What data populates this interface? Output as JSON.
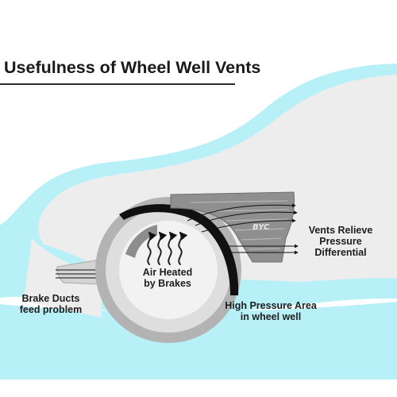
{
  "title": "Usefulness of Wheel Well Vents",
  "vent_logo": "BYC",
  "labels": {
    "air_heated": [
      "Air Heated",
      "by Brakes"
    ],
    "vents_relieve": [
      "Vents Relieve",
      "Pressure",
      "Differential"
    ],
    "brake_ducts": [
      "Brake Ducts",
      "feed problem"
    ],
    "high_pressure": [
      "High Pressure Area",
      "in wheel well"
    ]
  },
  "colors": {
    "body_outline": "#b8f0f8",
    "body_fill": "#ededed",
    "tire": "#b3b3b3",
    "wheel_center": "#f2f2f2",
    "arch_flare": "#111111",
    "vent_panel": "#8f8f8f",
    "text": "#1e1e1e"
  }
}
